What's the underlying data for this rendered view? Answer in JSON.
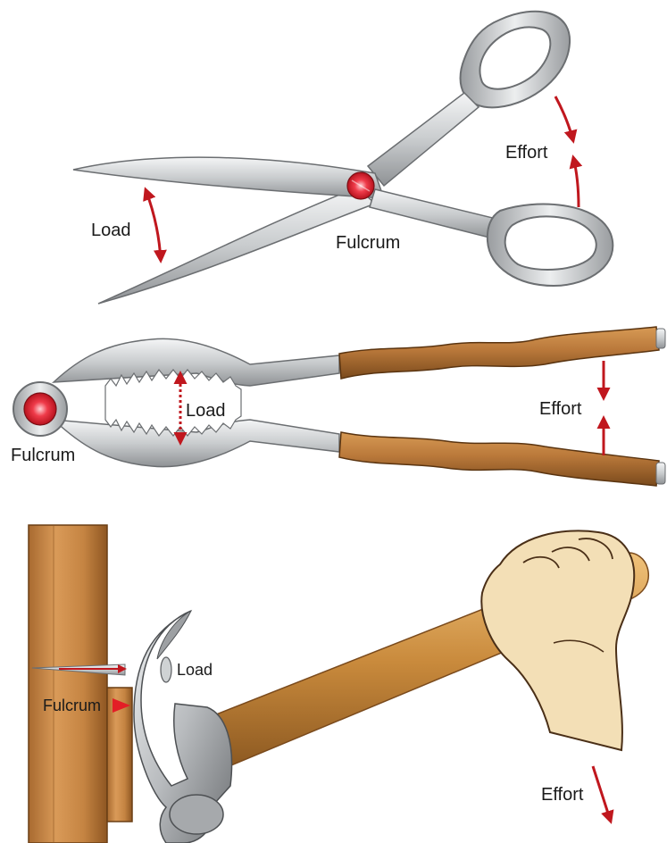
{
  "scissors": {
    "effort_label": "Effort",
    "load_label": "Load",
    "fulcrum_label": "Fulcrum"
  },
  "nutcracker": {
    "load_label": "Load",
    "effort_label": "Effort",
    "fulcrum_label": "Fulcrum"
  },
  "hammer": {
    "load_label": "Load",
    "fulcrum_label": "Fulcrum",
    "effort_label": "Effort"
  },
  "colors": {
    "arrow": "#c0171e",
    "metal_light": "#e6e8ea",
    "metal_dark": "#8a8d90",
    "wood": "#b9783a",
    "wood_dark": "#7a4a1c",
    "skin": "#f3dfb6"
  }
}
